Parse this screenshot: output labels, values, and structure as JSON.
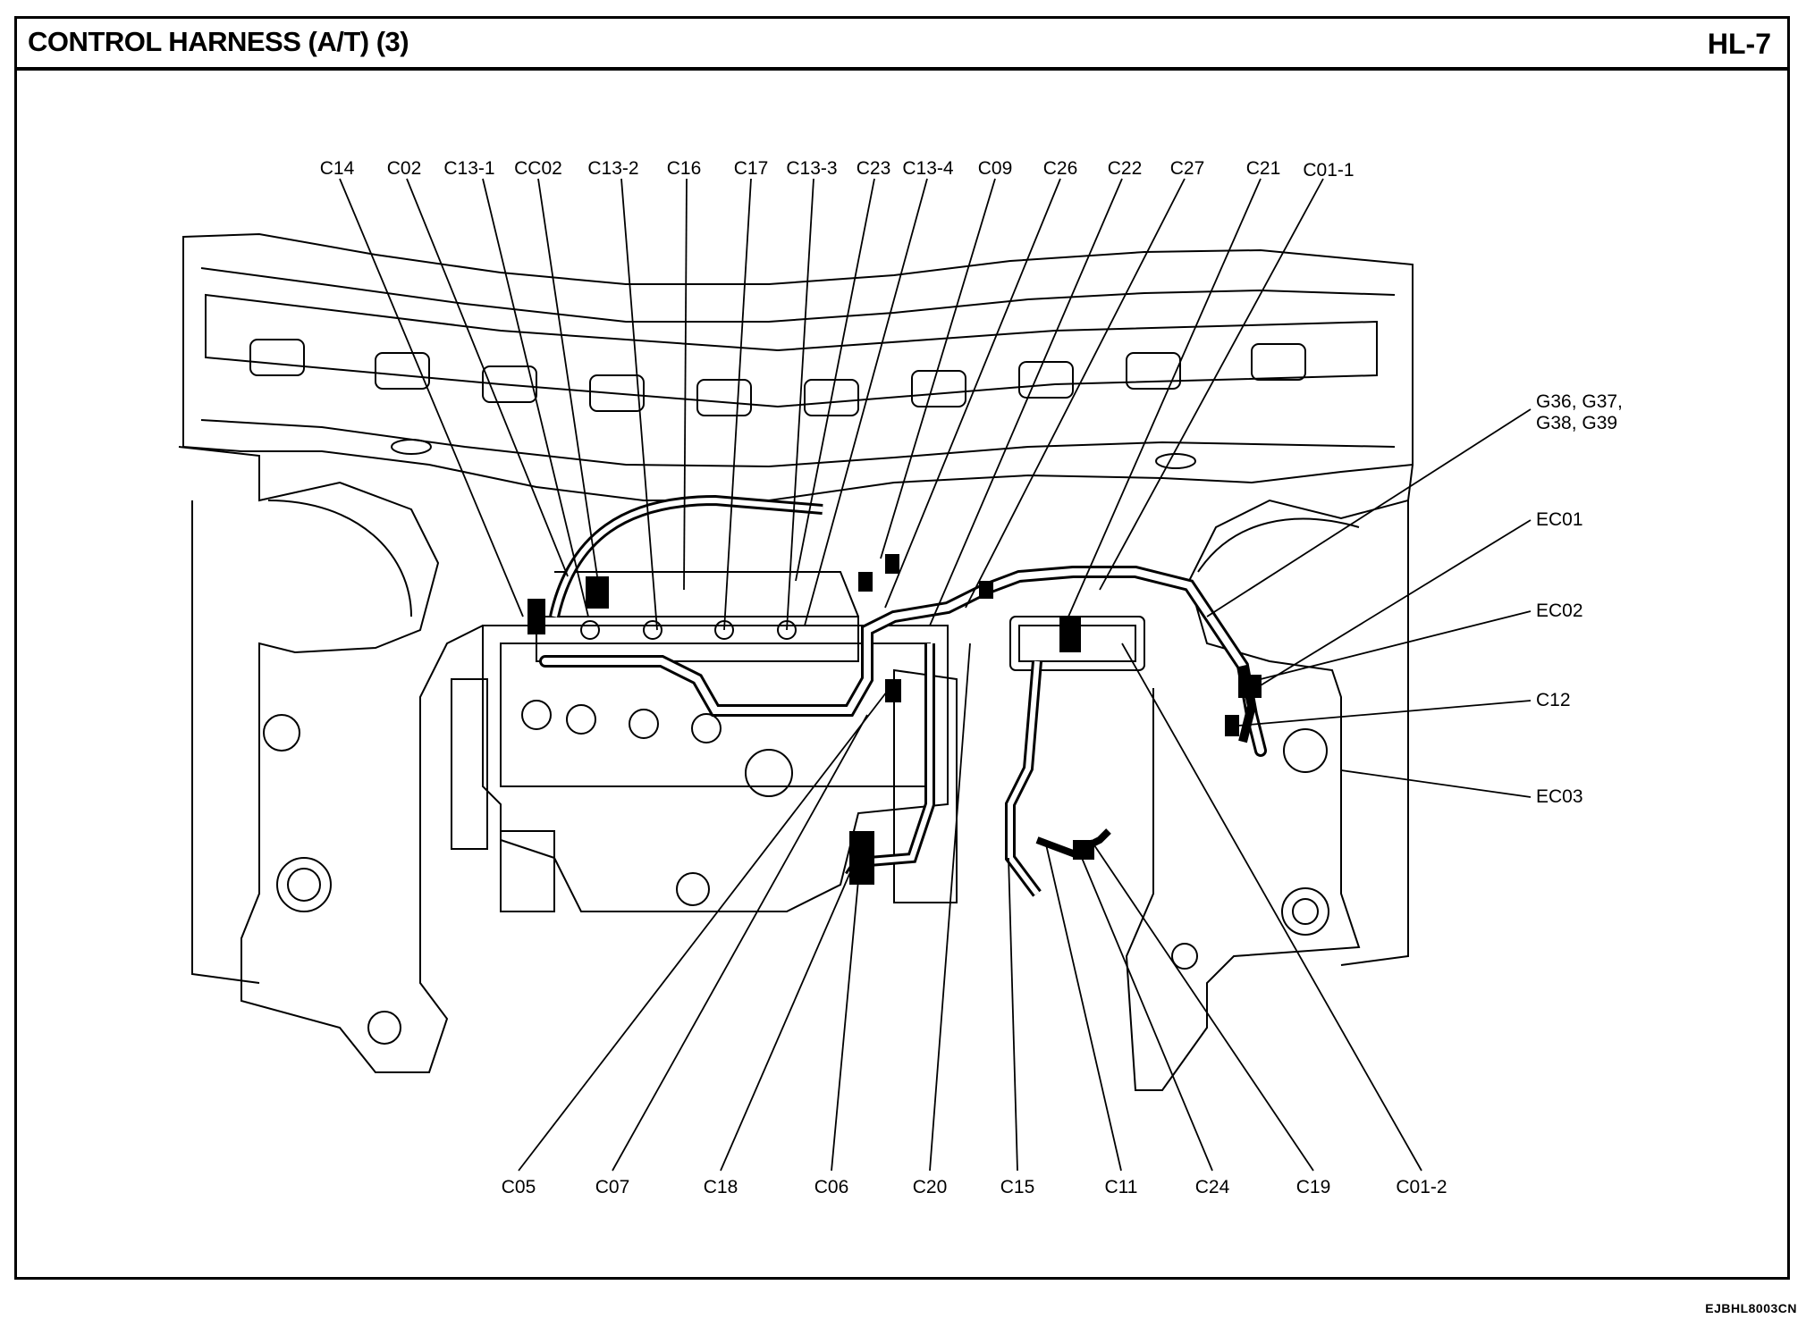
{
  "header": {
    "title": "CONTROL HARNESS (A/T) (3)",
    "page": "HL-7"
  },
  "footer": {
    "code": "EJBHL8003CN"
  },
  "connectors": {
    "top": [
      "C14",
      "C02",
      "C13-1",
      "CC02",
      "C13-2",
      "C16",
      "C17",
      "C13-3",
      "C23",
      "C13-4",
      "C09",
      "C26",
      "C22",
      "C27",
      "C21",
      "C01-1"
    ],
    "right": [
      "G36, G37,",
      "G38, G39",
      "EC01",
      "EC02",
      "C12",
      "EC03"
    ],
    "bottom": [
      "C05",
      "C07",
      "C18",
      "C06",
      "C20",
      "C15",
      "C11",
      "C24",
      "C19",
      "C01-2"
    ]
  }
}
